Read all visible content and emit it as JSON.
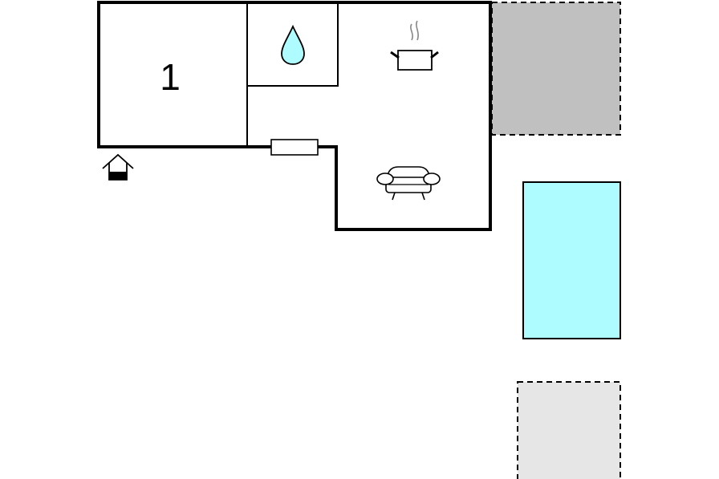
{
  "floorplan": {
    "room_label": "1",
    "icons": [
      "water-drop-icon",
      "cooking-pot-icon",
      "sofa-icon",
      "entrance-icon",
      "radiator-icon"
    ],
    "areas": [
      {
        "name": "terrace-upper",
        "fill": "#c0c0c0",
        "style": "dashed"
      },
      {
        "name": "pool",
        "fill": "#aefcff",
        "style": "solid"
      },
      {
        "name": "terrace-lower",
        "fill": "#e6e6e6",
        "style": "dashed"
      }
    ]
  }
}
